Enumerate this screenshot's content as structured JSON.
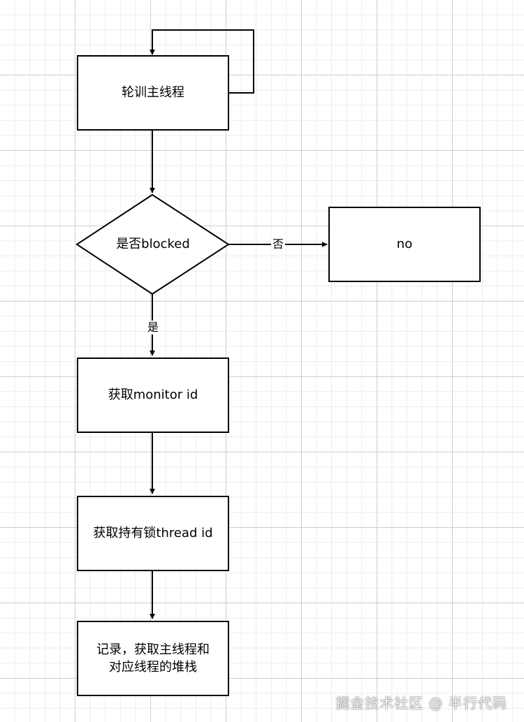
{
  "nodes": {
    "poll_main_thread": "轮训主线程",
    "is_blocked": "是否blocked",
    "no": "no",
    "get_monitor_id": "获取monitor id",
    "get_lock_holder_thread_id": "获取持有锁thread id",
    "record_stacks": "记录，获取主线程和\n对应线程的堆栈"
  },
  "edges": {
    "yes_label": "是",
    "no_label": "否"
  },
  "watermark": "掘金技术社区 @ 半行代码"
}
